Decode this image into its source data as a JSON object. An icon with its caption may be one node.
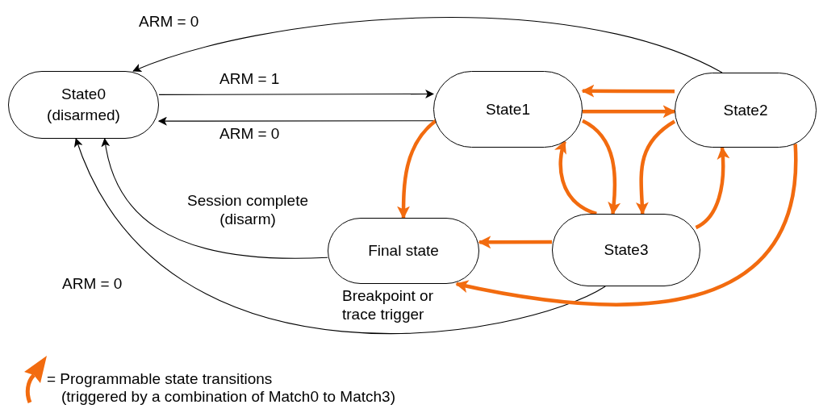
{
  "diagram": {
    "nodes": [
      {
        "text": [
          "State0 (disarmed)"
        ]
      },
      {
        "text": [
          "State1"
        ]
      },
      {
        "text": [
          "State2"
        ]
      },
      {
        "text": [
          "Final state"
        ],
        "beside": [
          "Breakpoint or trace trigger"
        ]
      },
      {
        "text": [
          "State3"
        ]
      }
    ],
    "edges": [
      {
        "from": 2,
        "to": 0,
        "arrow": "to",
        "label": "ARM = 0",
        "color": "#000000"
      },
      {
        "from": 0,
        "to": 1,
        "arrow": "to",
        "label": "ARM = 1",
        "color": "#000000"
      },
      {
        "from": 1,
        "to": 0,
        "arrow": "to",
        "label": "ARM = 0",
        "color": "#000000"
      },
      {
        "from": 4,
        "to": 0,
        "arrow": "to",
        "label": "ARM = 0",
        "color": "#000000"
      },
      {
        "from": 3,
        "to": 0,
        "arrow": "to",
        "label": "Session complete (disarm)",
        "color": "#000000"
      },
      {
        "from": 2,
        "to": 1,
        "arrow": "to"
      },
      {
        "from": 1,
        "to": 2,
        "arrow": "to"
      },
      {
        "from": 1,
        "to": 3,
        "arrow": "to"
      },
      {
        "from": 1,
        "to": 4,
        "arrow": "to"
      },
      {
        "from": 4,
        "to": 1,
        "arrow": "to"
      },
      {
        "from": 2,
        "to": 4,
        "arrow": "to"
      },
      {
        "from": 4,
        "to": 2,
        "arrow": "to"
      },
      {
        "from": 4,
        "to": 3,
        "arrow": "to"
      },
      {
        "from": 2,
        "to": 3,
        "arrow": "to"
      }
    ],
    "labels": [
      "(triggered by a combination of Match0 to Match3)"
    ],
    "legend": [
      {
        "text": "= Programmable state transitions"
      }
    ]
  }
}
